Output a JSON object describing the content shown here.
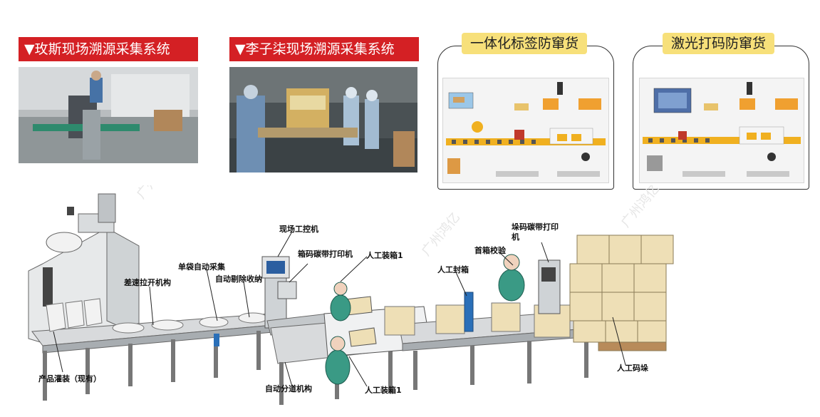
{
  "banners": {
    "left": "▼玫斯现场溯源采集系统",
    "right": "▼李子柒现场溯源采集系统"
  },
  "panels": {
    "left_title": "一体化标签防窜货",
    "right_title": "激光打码防窜货"
  },
  "watermark": "广州鸿亿",
  "line_labels": {
    "filling": "产品灌装（现有）",
    "pull_apart": "差速拉开机构",
    "single_bag_collect": "单袋自动采集",
    "auto_reject": "自动剔除收纳",
    "site_pc": "现场工控机",
    "box_printer": "箱码碳带打印机",
    "manual_box_top": "人工装箱1",
    "manual_box_bottom": "人工装箱1",
    "auto_divert": "自动分道机构",
    "manual_seal": "人工封箱",
    "first_box_check": "首箱校验",
    "pallet_printer": "垛码碳带打印机",
    "manual_palletize": "人工码垛"
  },
  "colors": {
    "banner_red": "#d42024",
    "panel_title_yellow": "#f7e07a",
    "box_tan": "#eedfb6",
    "worker_teal": "#3a9a85"
  }
}
